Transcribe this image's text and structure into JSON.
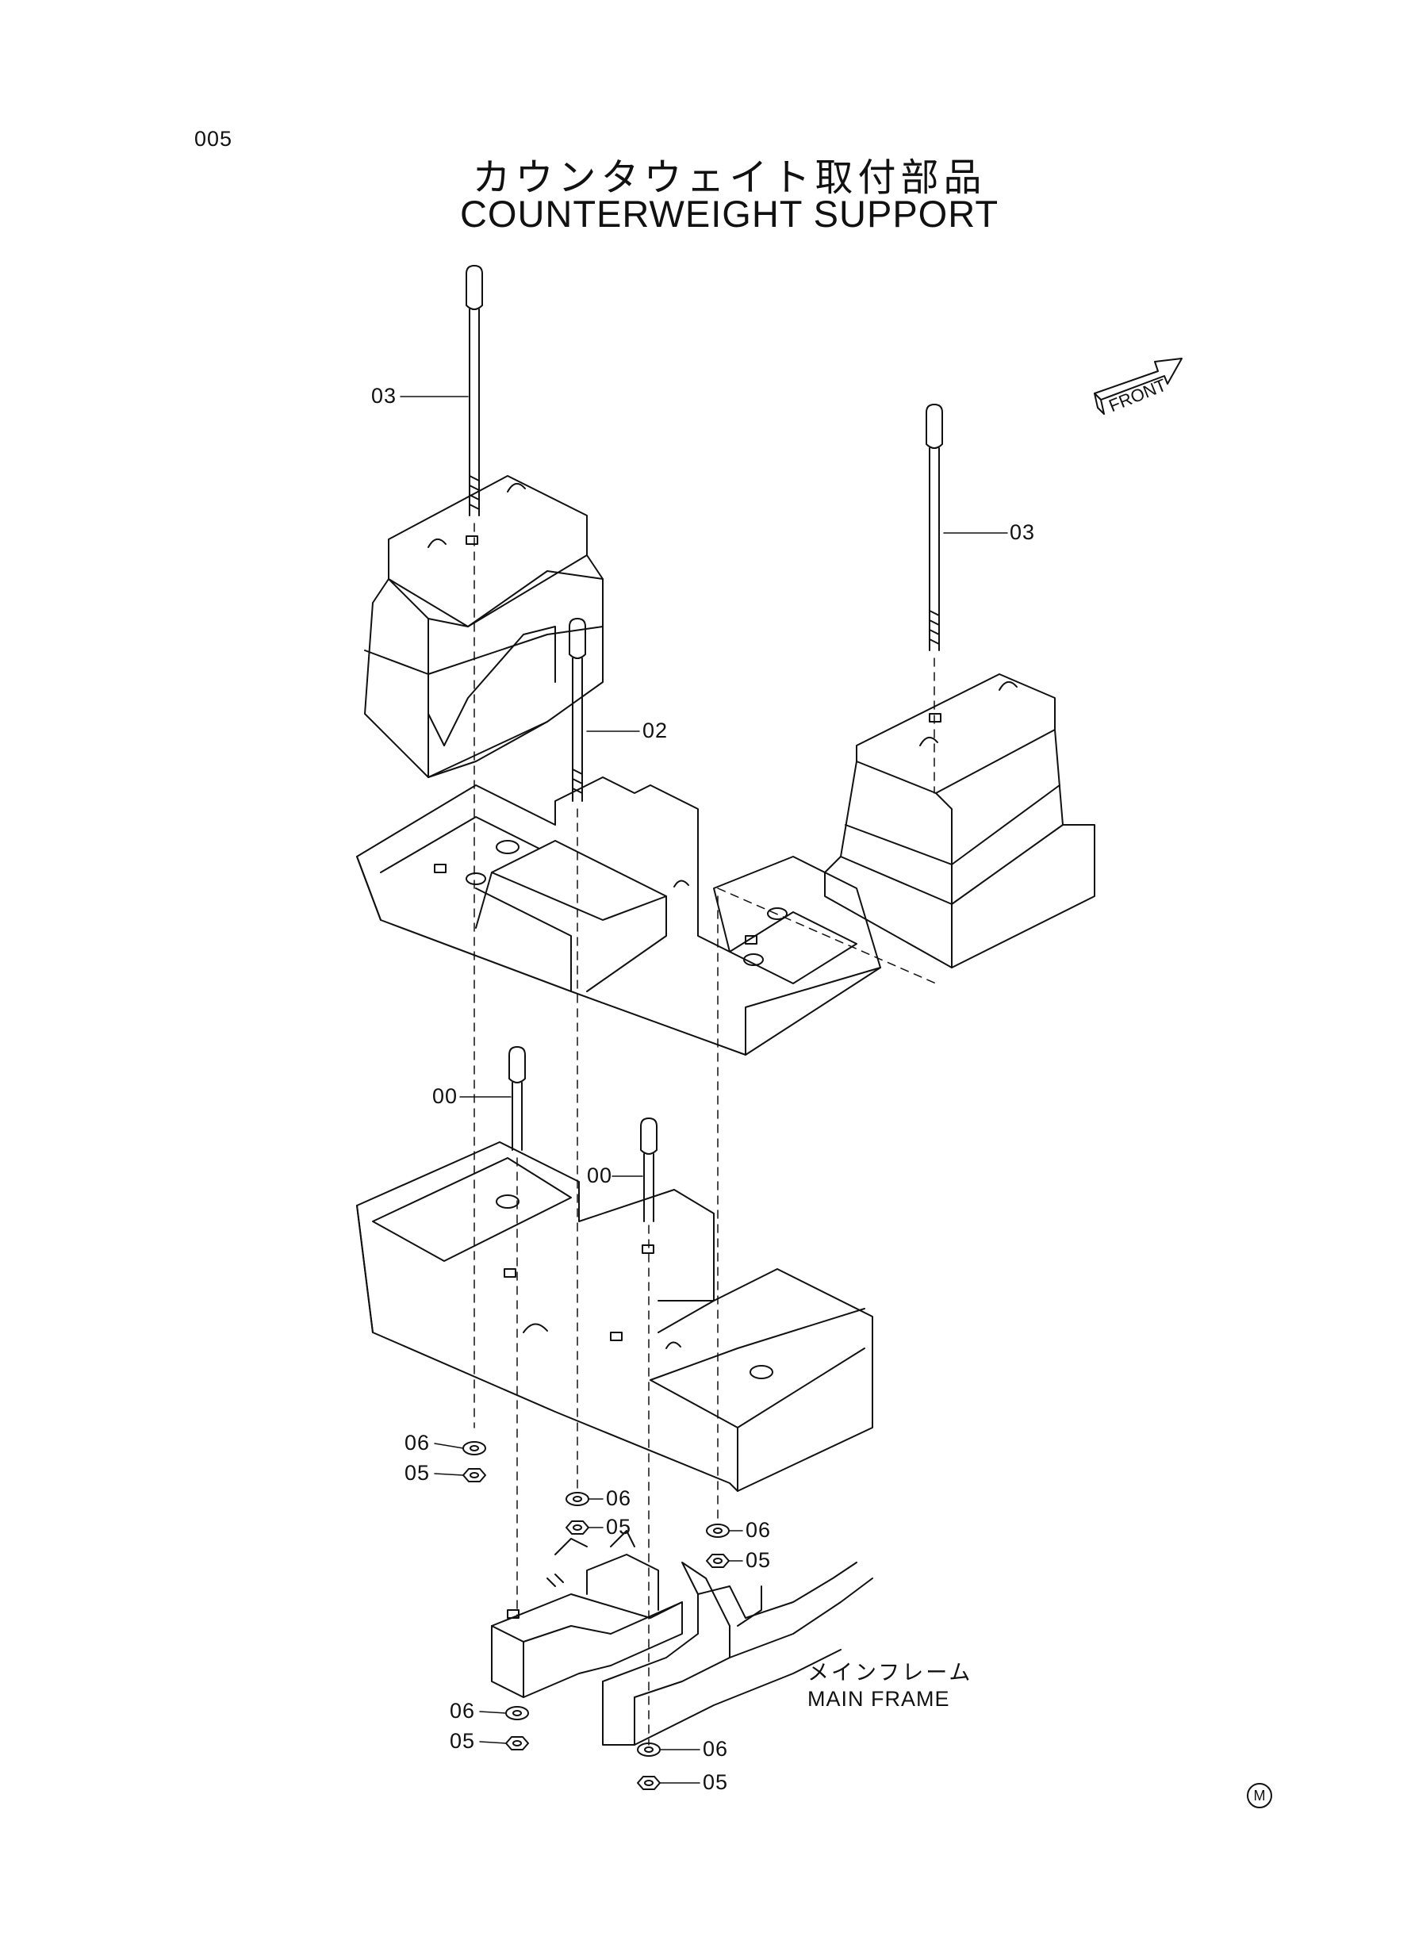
{
  "page_number": "005",
  "title_jp": "カウンタウェイト取付部品",
  "title_en": "COUNTERWEIGHT  SUPPORT",
  "front_label": "FRONT",
  "main_frame_jp": "メインフレーム",
  "main_frame_en": "MAIN  FRAME",
  "corner_mark": "M",
  "callouts": {
    "c03_left": "03",
    "c03_right": "03",
    "c02": "02",
    "c00_a": "00",
    "c00_b": "00",
    "c06_a": "06",
    "c05_a": "05",
    "c06_b": "06",
    "c05_b": "05",
    "c06_c": "06",
    "c05_c": "05",
    "c06_d": "06",
    "c05_d": "05",
    "c06_e": "06",
    "c05_e": "05"
  },
  "colors": {
    "line": "#111111",
    "background": "#ffffff"
  }
}
